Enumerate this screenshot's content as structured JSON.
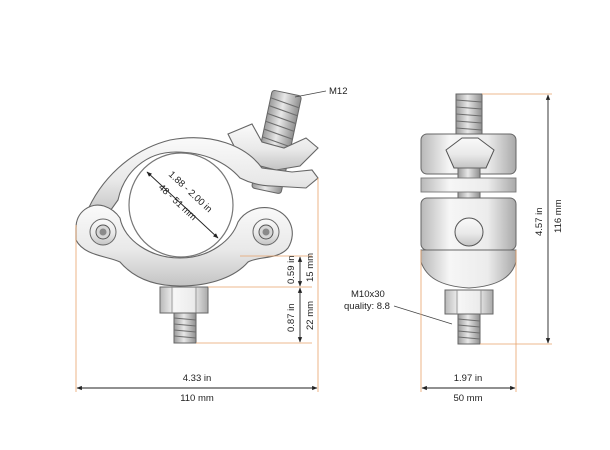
{
  "labels": {
    "bolt_thread": "M12",
    "tube_range_in": "1.88 - 2.00 in",
    "tube_range_mm": "48 - 51 mm",
    "spacer_in": "0.59 in",
    "spacer_mm": "15 mm",
    "bolt_length_in": "0.87 in",
    "bolt_length_mm": "22 mm",
    "overall_width_in": "4.33 in",
    "overall_width_mm": "110 mm",
    "side_bolt_size": "M10x30",
    "side_bolt_quality": "quality: 8.8",
    "side_width_in": "1.97 in",
    "side_width_mm": "50 mm",
    "height_in": "4.57 in",
    "height_mm": "116 mm"
  },
  "colors": {
    "extension_line": "#e8a36a",
    "dimension_line": "#222222",
    "metal_light": "#f4f4f4",
    "metal_dark": "#bdbdbd"
  }
}
